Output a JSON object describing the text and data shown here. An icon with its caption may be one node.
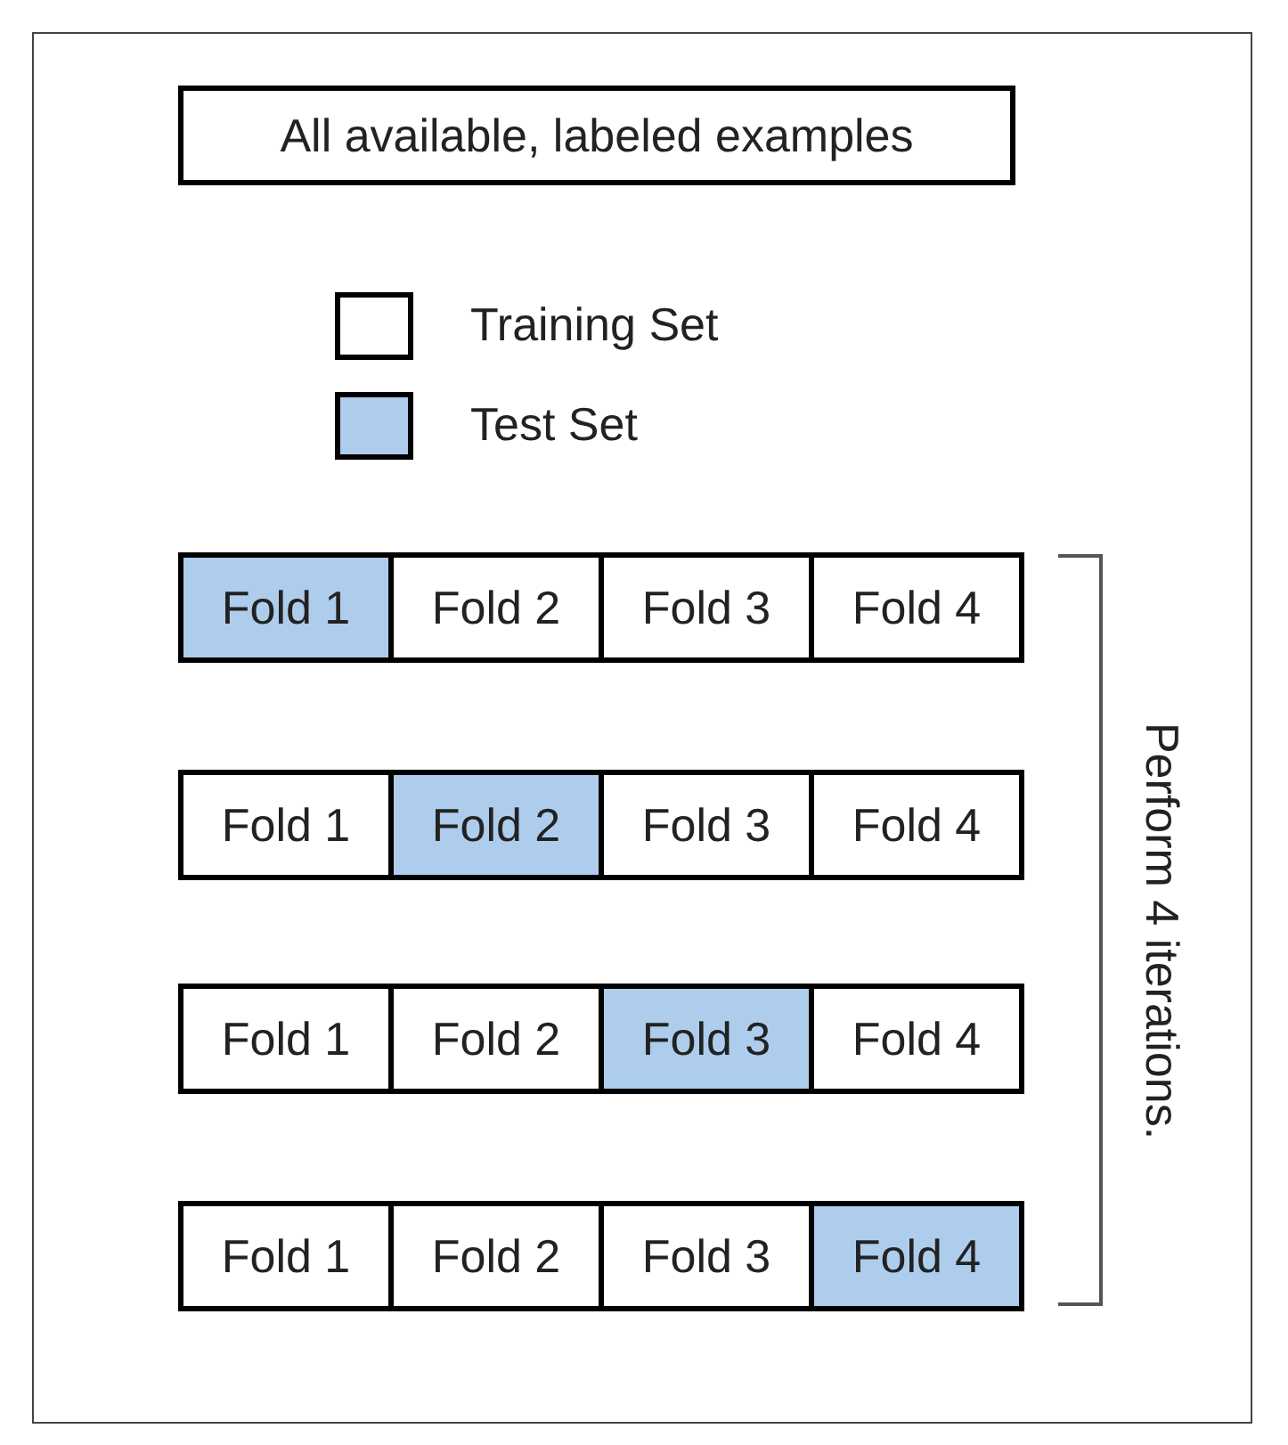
{
  "diagram": {
    "nodes": [
      {
        "text": [
          "All available, labeled examples"
        ]
      },
      {
        "text": [
          "Fold 1"
        ]
      },
      {
        "text": [
          "Fold 2"
        ]
      },
      {
        "text": [
          "Fold 3"
        ]
      },
      {
        "text": [
          "Fold 4"
        ]
      },
      {
        "text": [
          "Fold 1"
        ]
      },
      {
        "text": [
          "Fold 2"
        ]
      },
      {
        "text": [
          "Fold 3"
        ]
      },
      {
        "text": [
          "Fold 4"
        ]
      },
      {
        "text": [
          "Fold 1"
        ]
      },
      {
        "text": [
          "Fold 2"
        ]
      },
      {
        "text": [
          "Fold 3"
        ]
      },
      {
        "text": [
          "Fold 4"
        ]
      },
      {
        "text": [
          "Fold 1"
        ]
      },
      {
        "text": [
          "Fold 2"
        ]
      },
      {
        "text": [
          "Fold 3"
        ]
      },
      {
        "text": [
          "Fold 4"
        ]
      }
    ],
    "labels": [
      "Perform 4 iterations."
    ],
    "legend": [
      {
        "text": "Training Set",
        "color": "#ffffff"
      },
      {
        "text": "Test Set",
        "color": "#aecdec"
      }
    ]
  }
}
